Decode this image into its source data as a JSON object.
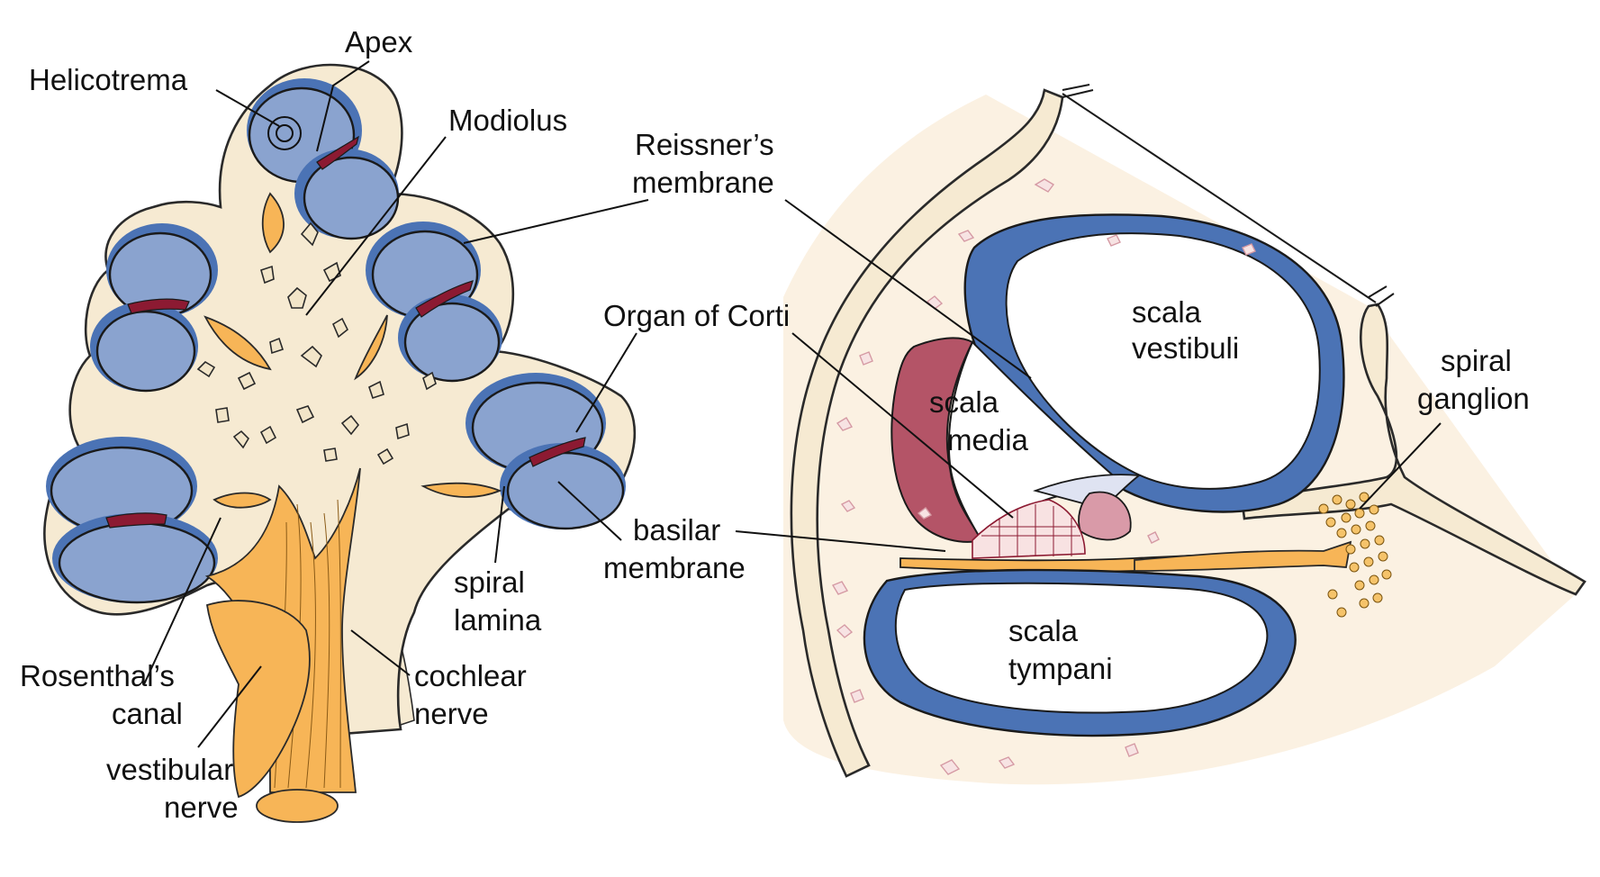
{
  "figure": {
    "left_panel": {
      "labels": {
        "apex": "Apex",
        "helicotrema": "Helicotrema",
        "modiolus": "Modiolus",
        "spiral_lamina_1": "spiral",
        "spiral_lamina_2": "lamina",
        "rosenthals_canal_1": "Rosenthal’s",
        "rosenthals_canal_2": "canal",
        "cochlear_nerve_1": "cochlear",
        "cochlear_nerve_2": "nerve",
        "vestibular_nerve_1": "vestibular",
        "vestibular_nerve_2": "nerve"
      }
    },
    "right_panel": {
      "labels": {
        "reissners_membrane_1": "Reissner’s",
        "reissners_membrane_2": "membrane",
        "organ_of_corti": "Organ of Corti",
        "basilar_membrane_1": "basilar",
        "basilar_membrane_2": "membrane",
        "scala_vestibuli_1": "scala",
        "scala_vestibuli_2": "vestibuli",
        "scala_media_1": "scala",
        "scala_media_2": "media",
        "scala_tympani_1": "scala",
        "scala_tympani_2": "tympani",
        "spiral_ganglion_1": "spiral",
        "spiral_ganglion_2": "ganglion"
      }
    },
    "colors": {
      "bone": "#f6ead2",
      "scala_canal": "#8aa3cf",
      "canal_rim": "#4b73b5",
      "nerve": "#f7b557",
      "stria_vascularis": "#b45467",
      "vessels": "#8c1a32"
    }
  }
}
